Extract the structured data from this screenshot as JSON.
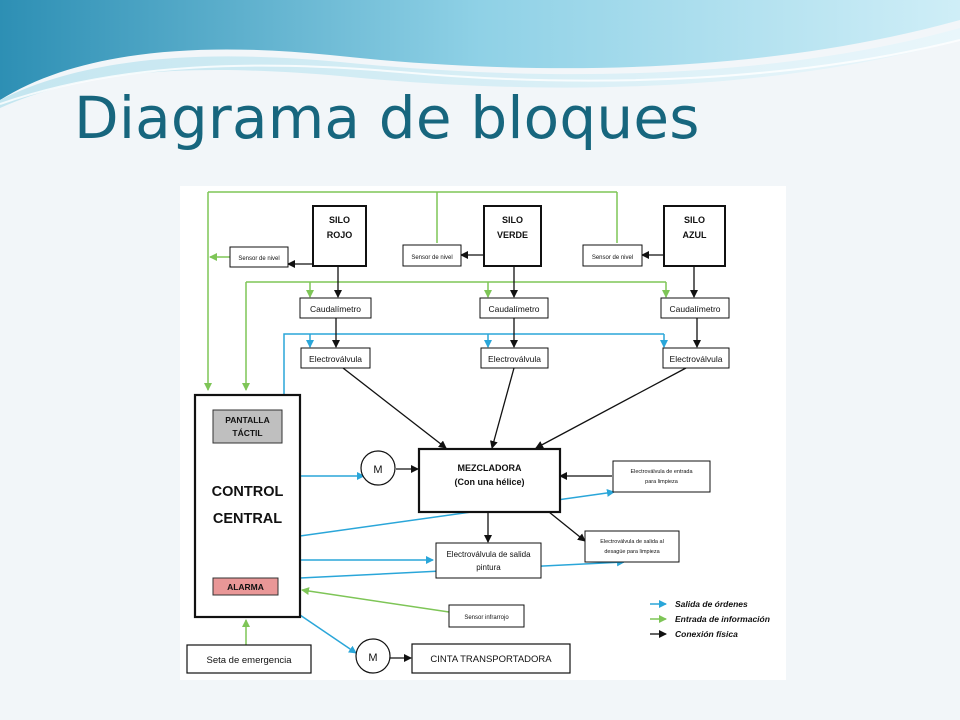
{
  "title": "Diagrama de bloques",
  "colors": {
    "title": "#17667e",
    "salida": "#2aa6d9",
    "entrada": "#7ec557",
    "conexion": "#111111",
    "pantalla": "#bfbfbf",
    "alarma": "#e99797"
  },
  "diagram": {
    "silos": [
      {
        "line1": "SILO",
        "line2": "ROJO"
      },
      {
        "line1": "SILO",
        "line2": "VERDE"
      },
      {
        "line1": "SILO",
        "line2": "AZUL"
      }
    ],
    "sensor_nivel": "Sensor de nivel",
    "caudalimetro": "Caudalímetro",
    "electrovalvula": "Electroválvula",
    "control": {
      "pantalla_line1": "PANTALLA",
      "pantalla_line2": "TÁCTIL",
      "line1": "CONTROL",
      "line2": "CENTRAL",
      "alarma": "ALARMA"
    },
    "motor": "M",
    "mezcladora_line1": "MEZCLADORA",
    "mezcladora_line2": "(Con una hélice)",
    "ev_entrada_line1": "Electroválvula de entrada",
    "ev_entrada_line2": "para limpieza",
    "ev_salida_desague_line1": "Electroválvula de salida al",
    "ev_salida_desague_line2": "desagüe para limpieza",
    "ev_salida_pintura_line1": "Electroválvula de salida",
    "ev_salida_pintura_line2": "pintura",
    "sensor_infrarrojo": "Sensor infrarrojo",
    "seta": "Seta de emergencia",
    "cinta": "CINTA TRANSPORTADORA",
    "legend": {
      "salida": "Salida de órdenes",
      "entrada": "Entrada de información",
      "conexion": "Conexión física"
    }
  }
}
